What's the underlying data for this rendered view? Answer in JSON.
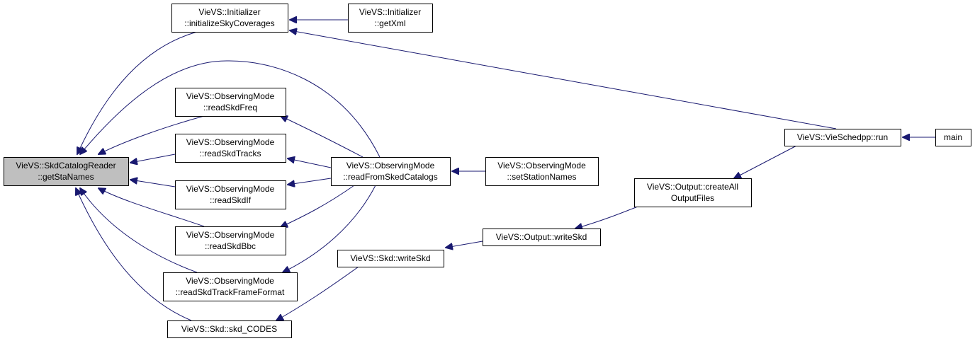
{
  "graph": {
    "colors": {
      "edge": "#191970",
      "node_border": "#000000",
      "node_fill": "#ffffff",
      "root_fill": "#bfbfbf"
    },
    "nodes": {
      "getStaNames": {
        "lines": [
          "VieVS::SkdCatalogReader",
          "::getStaNames"
        ]
      },
      "initSky": {
        "lines": [
          "VieVS::Initializer",
          "::initializeSkyCoverages"
        ]
      },
      "initGetXml": {
        "lines": [
          "VieVS::Initializer",
          "::getXml"
        ]
      },
      "readSkdFreq": {
        "lines": [
          "VieVS::ObservingMode",
          "::readSkdFreq"
        ]
      },
      "readSkdTracks": {
        "lines": [
          "VieVS::ObservingMode",
          "::readSkdTracks"
        ]
      },
      "readSkdIf": {
        "lines": [
          "VieVS::ObservingMode",
          "::readSkdIf"
        ]
      },
      "readSkdBbc": {
        "lines": [
          "VieVS::ObservingMode",
          "::readSkdBbc"
        ]
      },
      "readSkdTFF": {
        "lines": [
          "VieVS::ObservingMode",
          "::readSkdTrackFrameFormat"
        ]
      },
      "skdCodes": {
        "lines": [
          "VieVS::Skd::skd_CODES"
        ]
      },
      "readFromSked": {
        "lines": [
          "VieVS::ObservingMode",
          "::readFromSkedCatalogs"
        ]
      },
      "setStationNames": {
        "lines": [
          "VieVS::ObservingMode",
          "::setStationNames"
        ]
      },
      "skdWriteSkd": {
        "lines": [
          "VieVS::Skd::writeSkd"
        ]
      },
      "outWriteSkd": {
        "lines": [
          "VieVS::Output::writeSkd"
        ]
      },
      "createAll": {
        "lines": [
          "VieVS::Output::createAll",
          "OutputFiles"
        ]
      },
      "vieRun": {
        "lines": [
          "VieVS::VieSchedpp::run"
        ]
      },
      "main": {
        "lines": [
          "main"
        ]
      }
    },
    "edges": [
      {
        "from": "initSky",
        "to": "getStaNames"
      },
      {
        "from": "readFromSked",
        "to": "getStaNames"
      },
      {
        "from": "readSkdFreq",
        "to": "getStaNames"
      },
      {
        "from": "readSkdTracks",
        "to": "getStaNames"
      },
      {
        "from": "readSkdIf",
        "to": "getStaNames"
      },
      {
        "from": "readSkdBbc",
        "to": "getStaNames"
      },
      {
        "from": "readSkdTFF",
        "to": "getStaNames"
      },
      {
        "from": "skdCodes",
        "to": "getStaNames"
      },
      {
        "from": "initGetXml",
        "to": "initSky"
      },
      {
        "from": "vieRun",
        "to": "initSky"
      },
      {
        "from": "readFromSked",
        "to": "readSkdFreq"
      },
      {
        "from": "readFromSked",
        "to": "readSkdTracks"
      },
      {
        "from": "readFromSked",
        "to": "readSkdIf"
      },
      {
        "from": "readFromSked",
        "to": "readSkdBbc"
      },
      {
        "from": "readFromSked",
        "to": "readSkdTFF"
      },
      {
        "from": "setStationNames",
        "to": "readFromSked"
      },
      {
        "from": "skdWriteSkd",
        "to": "skdCodes"
      },
      {
        "from": "outWriteSkd",
        "to": "skdWriteSkd"
      },
      {
        "from": "createAll",
        "to": "outWriteSkd"
      },
      {
        "from": "vieRun",
        "to": "createAll"
      },
      {
        "from": "main",
        "to": "vieRun"
      }
    ]
  }
}
